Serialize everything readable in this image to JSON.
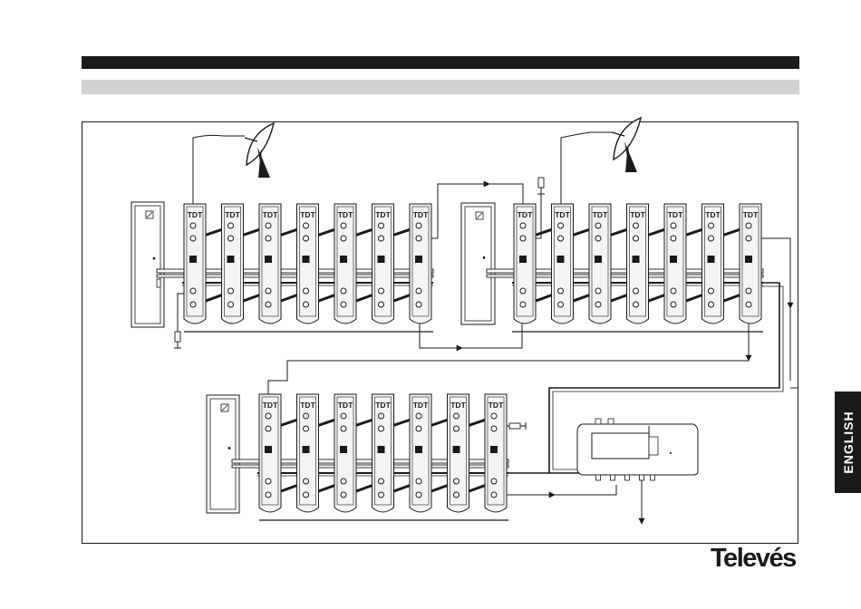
{
  "side_tab": {
    "label": "ENGLISH"
  },
  "brand": {
    "logo_text": "Televés"
  },
  "diagram": {
    "module_label": "TDT",
    "racks": [
      {
        "id": "top-left",
        "module_count": 7
      },
      {
        "id": "top-right",
        "module_count": 7
      },
      {
        "id": "bottom",
        "module_count": 7
      }
    ],
    "dish_count": 2,
    "termination_count": 3,
    "output_unit_count": 1
  },
  "colors": {
    "ink": "#1a1a1a",
    "header_grey": "#d2d2d2",
    "module_fill": "#f4f4f4"
  }
}
